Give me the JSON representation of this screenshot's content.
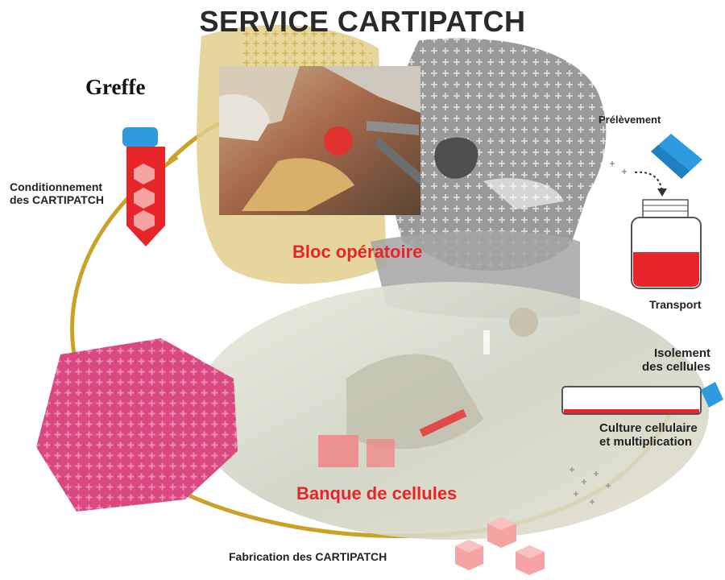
{
  "title": "SERVICE CARTIPATCH",
  "labels": {
    "greffe": "Greffe",
    "conditionnement": [
      "Conditionnement",
      "des CARTIPATCH"
    ],
    "prelevement": "Prélèvement",
    "transport": "Transport",
    "isolement": [
      "Isolement",
      "des cellules"
    ],
    "culture": [
      "Culture cellulaire",
      "et multiplication"
    ],
    "fabrication": "Fabrication des CARTIPATCH",
    "bloc": "Bloc opératoire",
    "banque": "Banque de cellules"
  },
  "colors": {
    "gold": "#c9a227",
    "red": "#e8242b",
    "pink": "#d9437a",
    "blue": "#2e9be0",
    "gray": "#8e8e8e",
    "light_pink": "#f6a3a3"
  }
}
